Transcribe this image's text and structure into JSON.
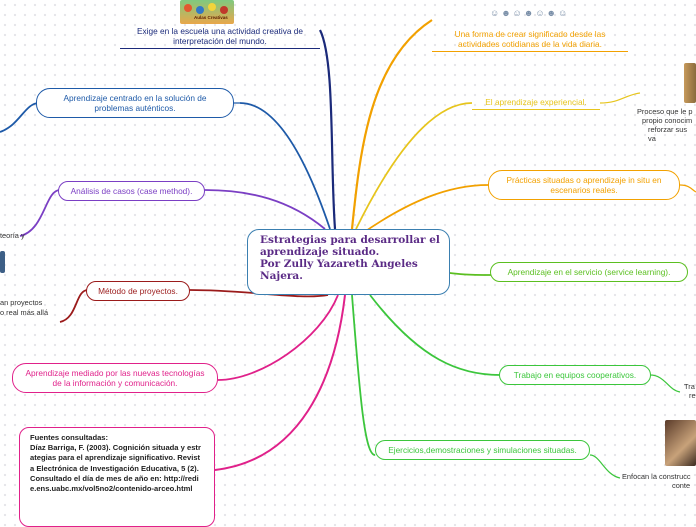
{
  "root": {
    "title_lines": [
      "Estrategias para desarrollar el",
      "aprendizaje situado.",
      "Por Zully Yazareth Angeles",
      "Najera."
    ]
  },
  "left": {
    "creative": "Exige en la escuela una actividad creativa de interpretación del mundo.",
    "creative_image_caption": "Aulas Creativas",
    "authentic": "Aprendizaje centrado en la solución de problemas auténticos.",
    "cases": "Análisis de casos (case method).",
    "projects": "Método de proyectos.",
    "ict": "Aprendizaje mediado por las nuevas tecnologías de la información y comunicación.",
    "sources": {
      "heading": "Fuentes consultadas:",
      "body": "Díaz Barriga, F. (2003). Cognición situada y estrategias para el aprendizaje significativo. Revista Electrónica de Investigación Educativa, 5 (2). Consultado el día de mes de año en: http://redie.ens.uabc.mx/vol5no2/contenido-arceo.html"
    }
  },
  "right": {
    "meaning": "Una forma de crear significado desde las actividades cotidianas de la vida diaria.",
    "experiential": "El aprendizaje experiencial.",
    "situated_practice": "Prácticas situadas o aprendizaje in situ en escenarios reales.",
    "service": "Aprendizaje en el servicio (service learning).",
    "teams": "Trabajo en equipos cooperativos.",
    "simulations": "Ejercicios,demostraciones y simulaciones situadas."
  },
  "clipped": {
    "left_teoria": "teoría y",
    "left_proj_1": "an proyectos",
    "left_proj_2": "o real más allá",
    "right_proc_1": "Proceso que le p",
    "right_proc_2": "propio conocim",
    "right_proc_3": "reforzar sus va",
    "right_tra_1": "Tra",
    "right_tra_2": "re",
    "right_enf_1": "Enfocan la construcc",
    "right_enf_2": "conte"
  },
  "colors": {
    "root_border": "#3a7fb0",
    "root_text": "#5b2b86",
    "dark_navy": "#1b2a7a",
    "blue": "#1e5aa8",
    "purple": "#7b3fc4",
    "magenta": "#e0218a",
    "dark_red": "#9b1b1b",
    "orange": "#f2a100",
    "yellow": "#e7c51d",
    "green": "#5bbf20",
    "bright_green": "#3cc63c"
  }
}
